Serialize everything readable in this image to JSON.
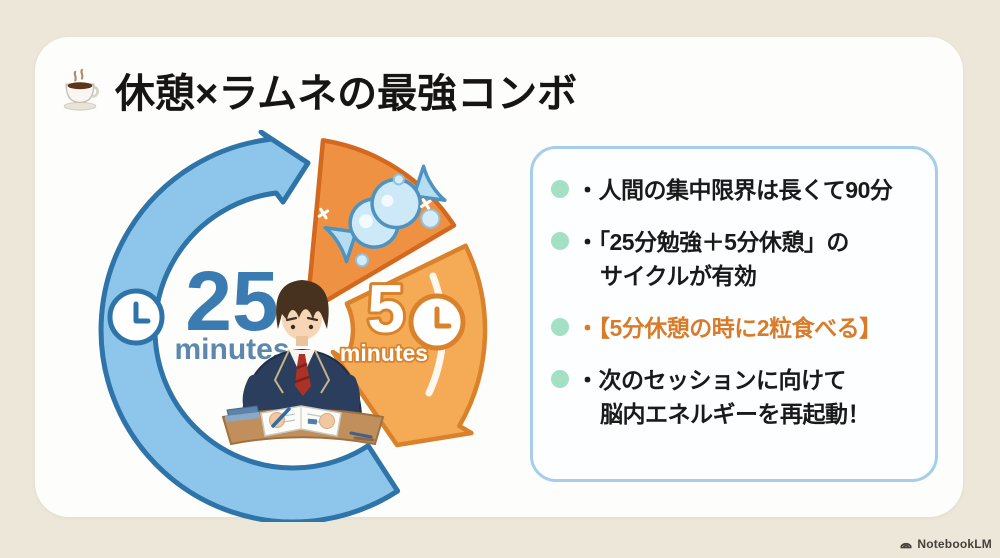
{
  "colors": {
    "page_bg": "#ece7d8",
    "card_bg": "#fdfdfb",
    "title_text": "#171513",
    "blue_fill": "#8dc6ea",
    "blue_stroke": "#2e74a8",
    "blue_text": "#3a7cb2",
    "blue_sub": "#5d87ac",
    "orange_dark_fill": "#ef9143",
    "orange_dark_stroke": "#d2691e",
    "orange_light_fill": "#f5ab55",
    "orange_light_stroke": "#d9822b",
    "mint_dot": "#a3e0c4",
    "panel_border": "#a6cde9",
    "panel_bg": "#fdfeff",
    "bullet_text": "#1a1a1a",
    "highlight_text": "#d97c2a",
    "footer_text": "#44403a"
  },
  "slide": {
    "title": "休憩×ラムネの最強コンボ",
    "title_icon": "coffee-icon"
  },
  "diagram": {
    "type": "cycle",
    "study_value": "25",
    "study_unit": "minutes",
    "break_value": "5",
    "break_unit": "minutes",
    "icons": [
      "clock-icon",
      "ramune-candy-icon",
      "clock-icon",
      "student-illustration"
    ]
  },
  "panel": {
    "items": [
      {
        "line1": "・人間の集中限界は長くて90分"
      },
      {
        "line1": "・「25分勉強＋5分休憩」の",
        "line2": "サイクルが有効"
      },
      {
        "line1": "・【5分休憩の時に2粒食べる】",
        "highlight": true
      },
      {
        "line1": "・次のセッションに向けて",
        "line2": "脳内エネルギーを再起動！"
      }
    ]
  },
  "footer": {
    "brand": "NotebookLM"
  }
}
